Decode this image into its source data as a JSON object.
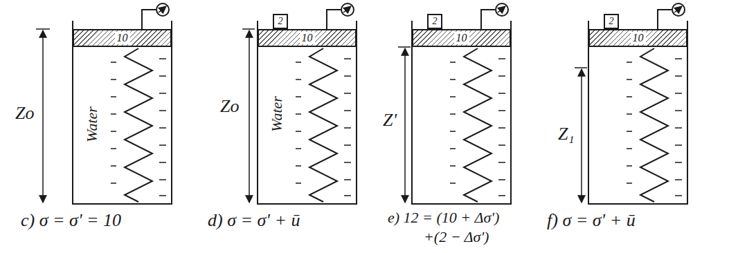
{
  "diagram": {
    "nodes": [
      {
        "text": [
          "10"
        ]
      },
      {
        "text": [
          "2"
        ]
      },
      {
        "text": [
          "10"
        ]
      },
      {
        "text": [
          "2"
        ]
      },
      {
        "text": [
          "10"
        ]
      },
      {
        "text": [
          "2"
        ]
      },
      {
        "text": [
          "10"
        ]
      }
    ],
    "labels": [
      "Zo",
      "Water",
      "c) σ = σ' = 10",
      "Zo",
      "Water",
      "d) σ = σ' + ū",
      "Z'",
      "e) 12 = (10 + Δσ')",
      "+(2 − Δσ')",
      "Z₁",
      "f) σ = σ' + ū"
    ]
  }
}
